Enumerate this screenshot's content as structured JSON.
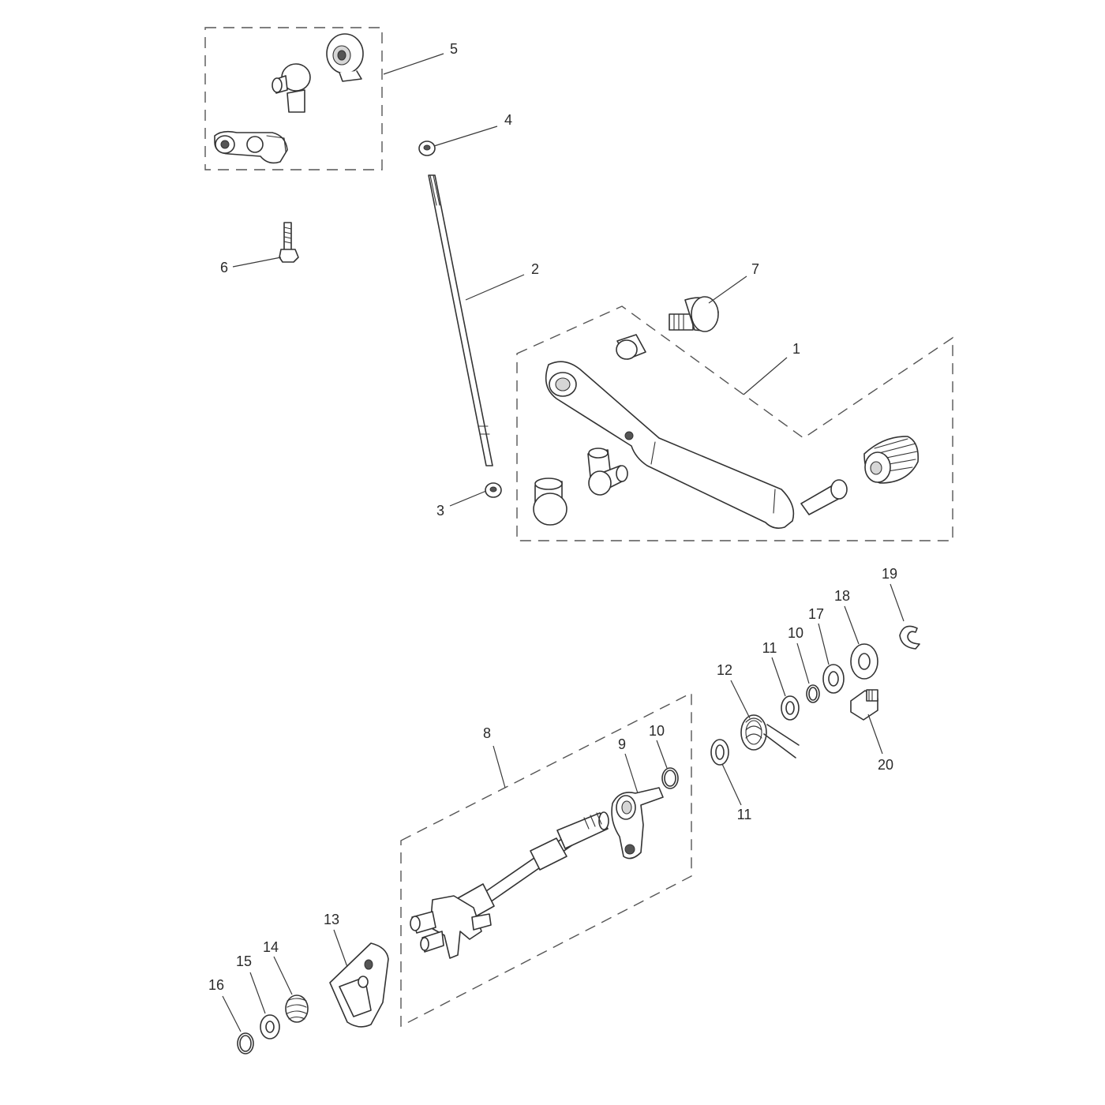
{
  "diagram": {
    "type": "exploded-parts-diagram",
    "callouts": [
      {
        "id": "c1",
        "label": "1"
      },
      {
        "id": "c2",
        "label": "2"
      },
      {
        "id": "c3",
        "label": "3"
      },
      {
        "id": "c4",
        "label": "4"
      },
      {
        "id": "c5",
        "label": "5"
      },
      {
        "id": "c6",
        "label": "6"
      },
      {
        "id": "c7",
        "label": "7"
      },
      {
        "id": "c8",
        "label": "8"
      },
      {
        "id": "c9",
        "label": "9"
      },
      {
        "id": "c10a",
        "label": "10"
      },
      {
        "id": "c10b",
        "label": "10"
      },
      {
        "id": "c11a",
        "label": "11"
      },
      {
        "id": "c11b",
        "label": "11"
      },
      {
        "id": "c12",
        "label": "12"
      },
      {
        "id": "c13",
        "label": "13"
      },
      {
        "id": "c14",
        "label": "14"
      },
      {
        "id": "c15",
        "label": "15"
      },
      {
        "id": "c16",
        "label": "16"
      },
      {
        "id": "c17",
        "label": "17"
      },
      {
        "id": "c18",
        "label": "18"
      },
      {
        "id": "c19",
        "label": "19"
      },
      {
        "id": "c20",
        "label": "20"
      }
    ]
  }
}
